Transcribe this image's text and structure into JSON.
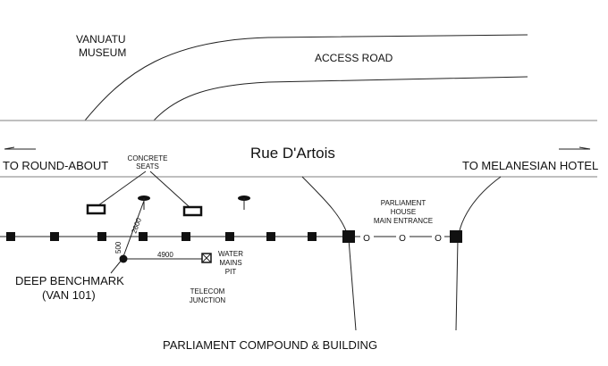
{
  "labels": {
    "museum": [
      "VANUATU",
      "MUSEUM"
    ],
    "access_road": "ACCESS ROAD",
    "street": "Rue D'Artois",
    "to_roundabout": "TO ROUND-ABOUT",
    "to_hotel": "TO MELANESIAN HOTEL",
    "concrete_seats": [
      "CONCRETE",
      "SEATS"
    ],
    "parliament_entrance": [
      "PARLIAMENT",
      "HOUSE",
      "MAIN ENTRANCE"
    ],
    "gate_marks": [
      "O",
      "O",
      "O"
    ],
    "benchmark": [
      "DEEP BENCHMARK",
      "(VAN 101)"
    ],
    "water_pit": [
      "WATER",
      "MAINS",
      "PIT"
    ],
    "telecom": [
      "TELECOM",
      "JUNCTION"
    ],
    "compound": "PARLIAMENT COMPOUND & BUILDING"
  },
  "dimensions": {
    "diag": "2600",
    "vertical": "500",
    "horizontal": "4900"
  }
}
